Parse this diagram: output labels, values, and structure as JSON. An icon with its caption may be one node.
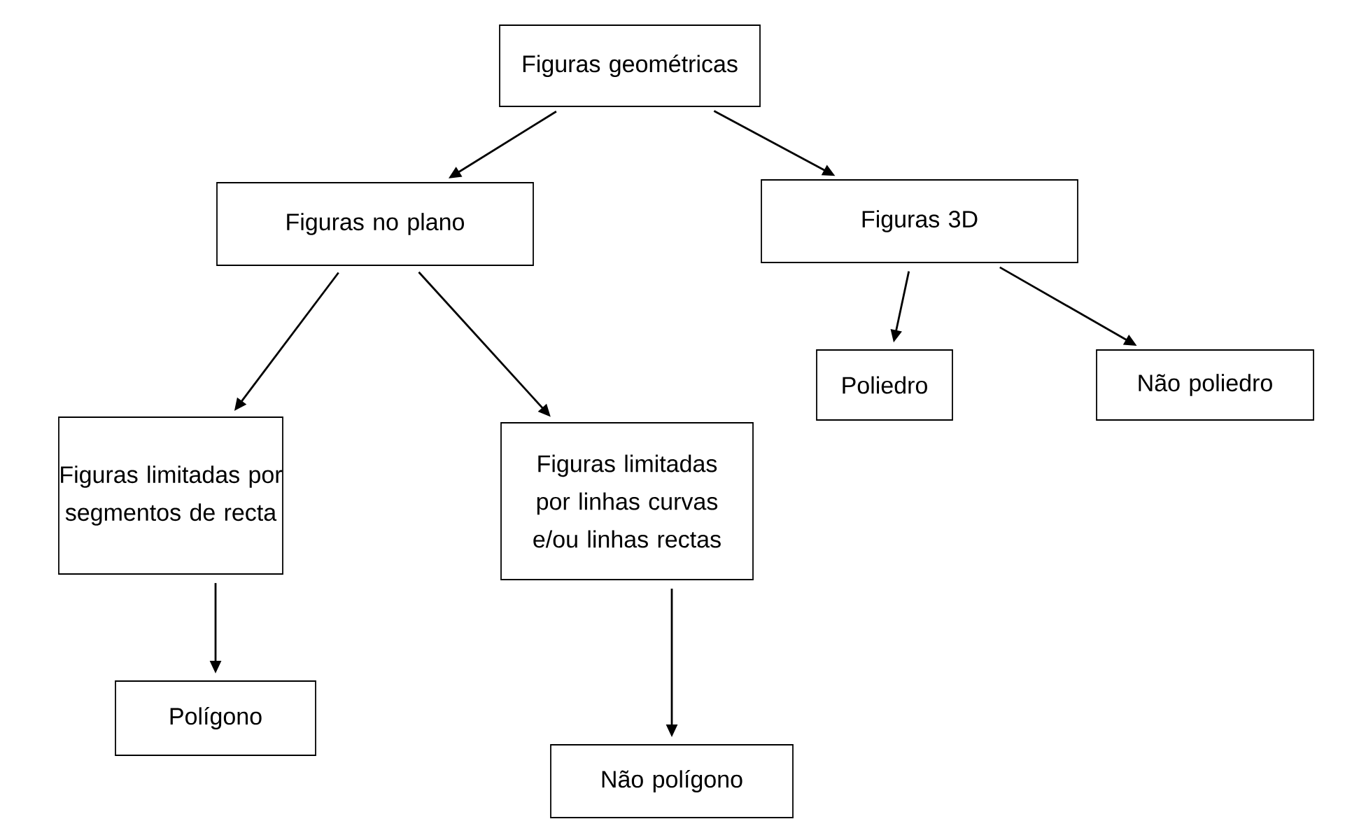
{
  "diagram": {
    "nodes": [
      {
        "text": [
          "Figuras geométricas"
        ]
      },
      {
        "text": [
          "Figuras no plano"
        ]
      },
      {
        "text": [
          "Figuras 3D"
        ]
      },
      {
        "text": [
          "Poliedro"
        ]
      },
      {
        "text": [
          "Não poliedro"
        ]
      },
      {
        "text": [
          "Figuras limitadas por segmentos de recta"
        ]
      },
      {
        "text": [
          "Figuras limitadas por linhas curvas e/ou linhas rectas"
        ]
      },
      {
        "text": [
          "Polígono"
        ]
      },
      {
        "text": [
          "Não polígono"
        ]
      }
    ],
    "edges": [
      {
        "from": 0,
        "to": 1,
        "arrow": "to"
      },
      {
        "from": 0,
        "to": 2,
        "arrow": "to"
      },
      {
        "from": 1,
        "to": 5,
        "arrow": "to"
      },
      {
        "from": 1,
        "to": 6,
        "arrow": "to"
      },
      {
        "from": 2,
        "to": 3,
        "arrow": "to"
      },
      {
        "from": 2,
        "to": 4,
        "arrow": "to"
      },
      {
        "from": 5,
        "to": 7,
        "arrow": "to"
      },
      {
        "from": 6,
        "to": 8,
        "arrow": "to"
      }
    ]
  }
}
